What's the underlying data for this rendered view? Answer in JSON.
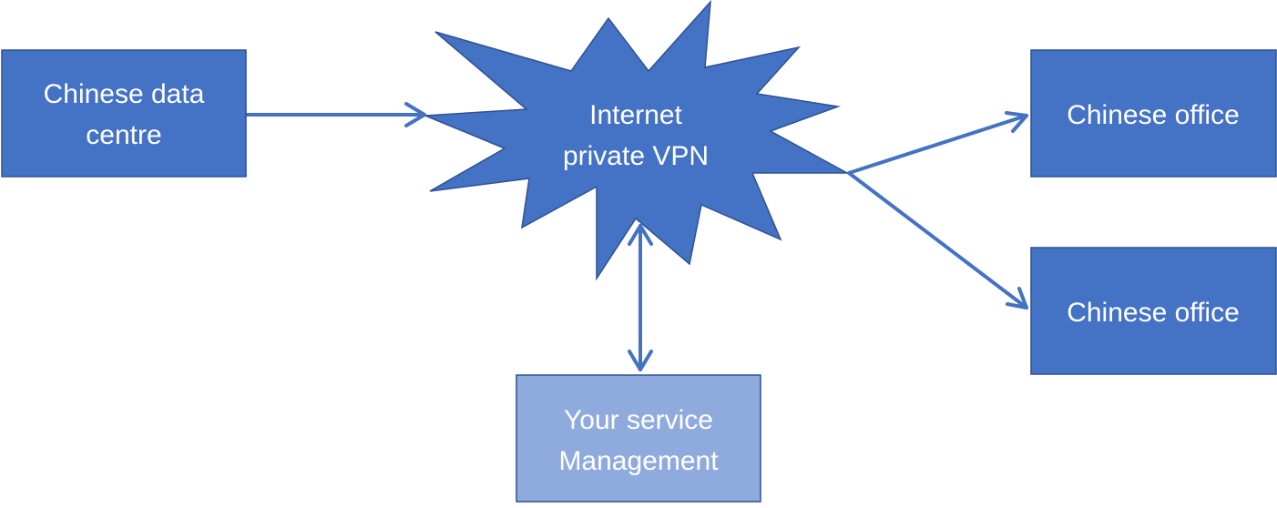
{
  "colors": {
    "box_fill": "#4472C4",
    "box_stroke": "#2F528F",
    "light_box_fill": "#8FAADC",
    "arrow": "#4472C4",
    "text": "#FFFFFF"
  },
  "nodes": {
    "data_centre": {
      "line1": "Chinese data",
      "line2": "centre"
    },
    "vpn": {
      "line1": "Internet",
      "line2": "private VPN"
    },
    "office_1": {
      "label": "Chinese office"
    },
    "office_2": {
      "label": "Chinese office"
    },
    "service_mgmt": {
      "line1": "Your service",
      "line2": "Management"
    }
  },
  "edges": [
    {
      "from": "Chinese data centre",
      "to": "Internet private VPN",
      "direction": "forward"
    },
    {
      "from": "Internet private VPN",
      "to": "Chinese office (top)",
      "direction": "forward"
    },
    {
      "from": "Internet private VPN",
      "to": "Chinese office (bottom)",
      "direction": "forward"
    },
    {
      "from": "Internet private VPN",
      "to": "Your service Management",
      "direction": "both"
    }
  ]
}
